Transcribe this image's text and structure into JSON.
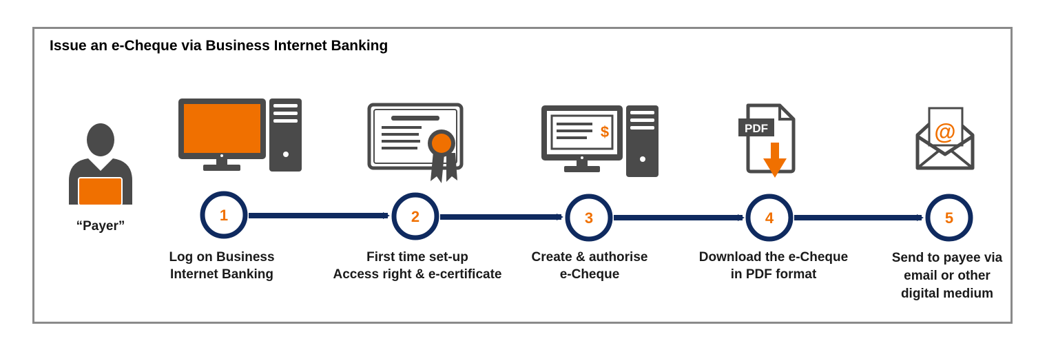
{
  "title": "Issue an e-Cheque via Business Internet Banking",
  "payer_label": "“Payer”",
  "colors": {
    "accent": "#F07000",
    "navy": "#0F2A5F",
    "icon_gray": "#4A4A4A",
    "frame": "#8A8A8A"
  },
  "steps": [
    {
      "number": "1",
      "icon": "desktop-computer-icon",
      "lines": [
        "Log on Business",
        "Internet Banking"
      ]
    },
    {
      "number": "2",
      "icon": "certificate-icon",
      "lines": [
        "First time set-up",
        "Access right & e-certificate"
      ]
    },
    {
      "number": "3",
      "icon": "computer-cheque-icon",
      "lines": [
        "Create & authorise",
        "e-Cheque"
      ]
    },
    {
      "number": "4",
      "icon": "pdf-download-icon",
      "pdf_text": "PDF",
      "lines": [
        "Download the e-Cheque",
        "in PDF format"
      ]
    },
    {
      "number": "5",
      "icon": "email-envelope-icon",
      "at_symbol": "@",
      "lines": [
        "Send to payee via",
        "email or other",
        "digital medium"
      ]
    }
  ],
  "cheque_symbol": "$"
}
